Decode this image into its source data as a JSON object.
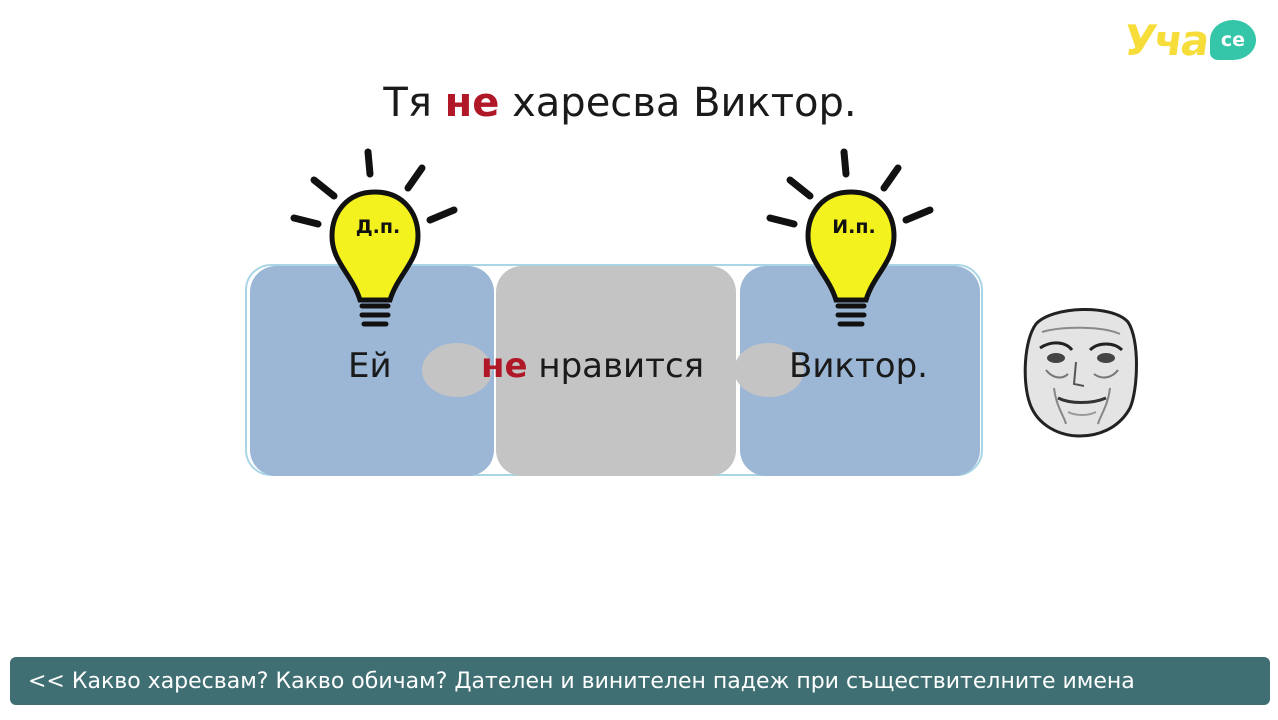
{
  "logo": {
    "text": "Уча",
    "suffix": "се"
  },
  "sentence": {
    "before": "Тя ",
    "negation": "не",
    "after": " харесва Виктор."
  },
  "puzzle": {
    "word1": "Ей",
    "word2_negation": "не",
    "word2_rest": " нравится",
    "word3": "Виктор."
  },
  "bulbs": {
    "left_label": "Д.п.",
    "right_label": "И.п."
  },
  "footer": {
    "lesson_link": "<< Какво харесвам? Какво обичам? Дателен и винителен падеж при съществителните имена"
  },
  "colors": {
    "blue_piece": "#9cb7d6",
    "gray_piece": "#c4c4c4",
    "bulb_yellow": "#f4f21e",
    "negation_red": "#b01828",
    "footer_bar": "#3f6f73",
    "logo_yellow": "#f6dd3a",
    "logo_teal": "#35c5a9"
  }
}
